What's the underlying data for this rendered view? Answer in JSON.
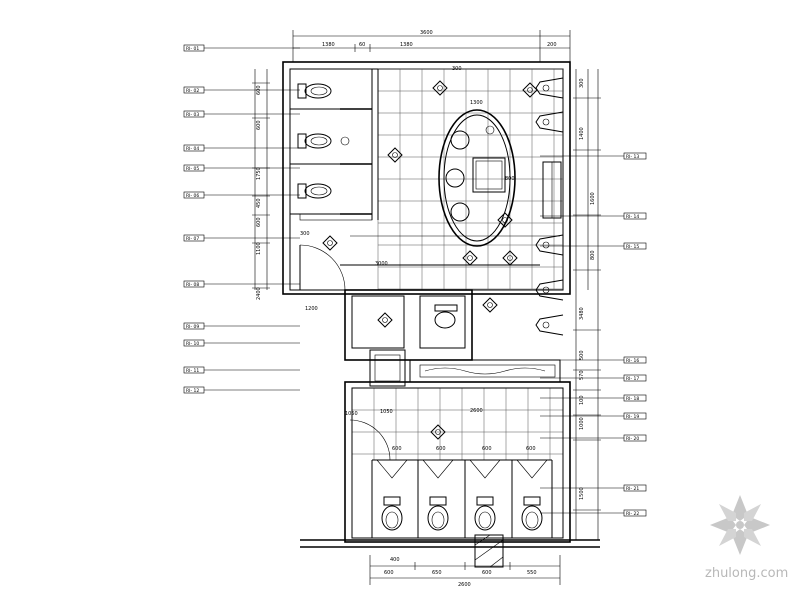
{
  "watermark": {
    "text": "zhulong.com",
    "icon": "flower-logo-icon"
  },
  "top_dims": {
    "total": "3600",
    "a": "1380",
    "b": "60",
    "c": "1380",
    "d": "200"
  },
  "bottom_dims": {
    "total": "2600",
    "top_a": "400",
    "a": "600",
    "b": "650",
    "c": "600",
    "d": "550"
  },
  "left_dims": [
    "600",
    "600",
    "1750",
    "450",
    "600",
    "1100",
    "2400"
  ],
  "right_dims": [
    "300",
    "1400",
    "1600",
    "800",
    "3480",
    "500",
    "570",
    "100",
    "1000",
    "1500"
  ],
  "interior_dims": [
    "1300",
    "300",
    "3000",
    "2600",
    "1050",
    "1050",
    "300",
    "800",
    "600",
    "600",
    "600",
    "600",
    "1200"
  ],
  "left_labels": [
    "RI- 01",
    "RI- 02",
    "RI- 03",
    "RI- 04",
    "RI- 05",
    "RI- 06",
    "RI- 07",
    "RI- 08",
    "RI- 09",
    "RI- 10",
    "RI- 11",
    "RI- 12"
  ],
  "right_labels": [
    "RI- 13",
    "RI- 14",
    "RI- 15",
    "RI- 16",
    "RI- 17",
    "RI- 18",
    "RI- 19",
    "RI- 20",
    "RI- 21",
    "RI- 22"
  ]
}
